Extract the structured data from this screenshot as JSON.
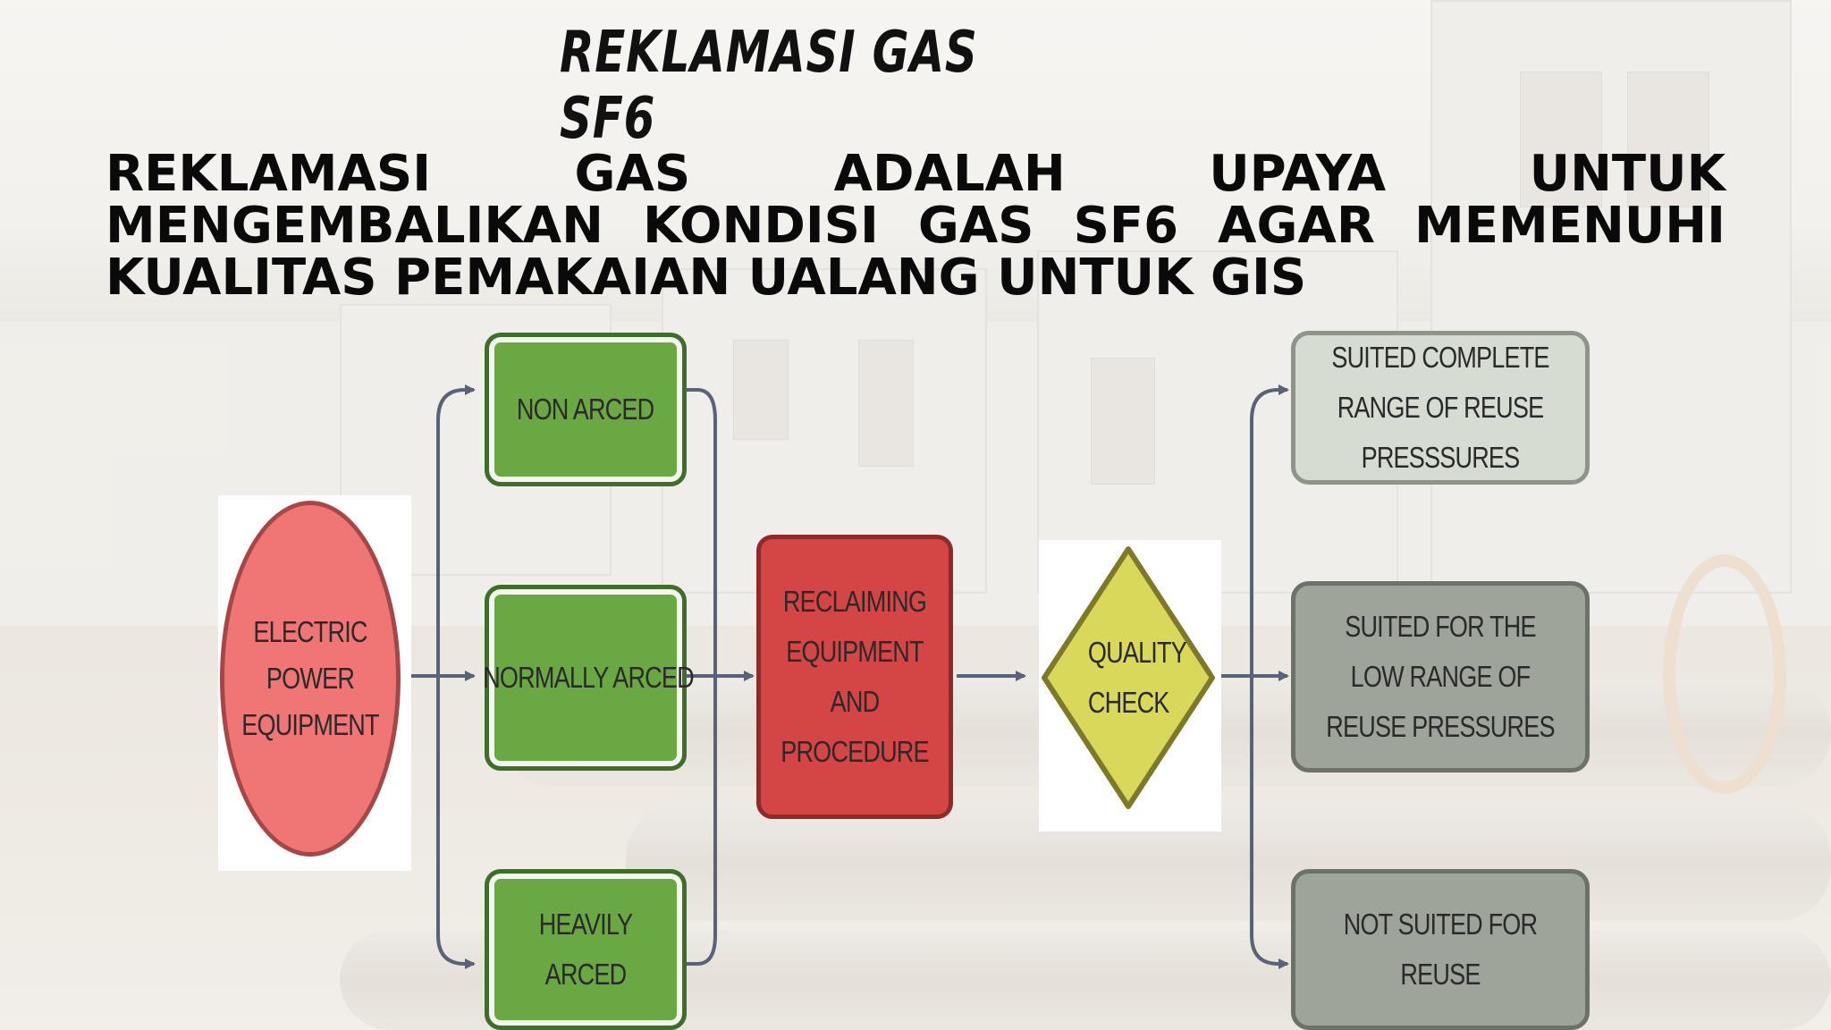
{
  "title": "REKLAMASI GAS SF6",
  "description": "REKLAMASI GAS ADALAH UPAYA UNTUK MENGEMBALIKAN KONDISI GAS SF6 AGAR MEMENUHI KUALITAS PEMAKAIAN UALANG UNTUK GIS",
  "diagram": {
    "source": "ELECTRIC POWER EQUIPMENT",
    "categories": [
      "NON ARCED",
      "NORMALLY ARCED",
      "HEAVILY ARCED"
    ],
    "process": "RECLAIMING EQUIPMENT AND PROCEDURE",
    "check": "QUALITY CHECK",
    "outcomes": [
      "SUITED COMPLETE RANGE OF REUSE PRESSSURES",
      "SUITED FOR THE LOW RANGE OF REUSE PRESSURES",
      "NOT SUITED FOR REUSE"
    ]
  },
  "colors": {
    "source_fill": "#f07575",
    "category_fill": "#6aa843",
    "process_fill": "#d44545",
    "check_fill": "#d9d85a",
    "outcome_light": "#d6dcd2",
    "outcome_dark": "#9ea49a",
    "connector": "#5b6277"
  }
}
